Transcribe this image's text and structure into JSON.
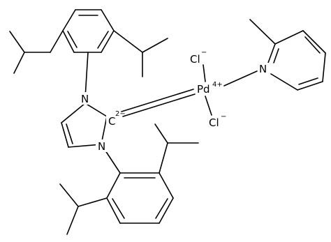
{
  "molecule": {
    "atoms": {
      "n1": "N",
      "n2": "N",
      "c2": "C",
      "c2_charge": "2−",
      "pd": "Pd",
      "pd_charge": "4+",
      "cl1": "Cl",
      "cl1_charge": "−",
      "cl2": "Cl",
      "cl2_charge": "−",
      "n_pyr": "N"
    }
  }
}
